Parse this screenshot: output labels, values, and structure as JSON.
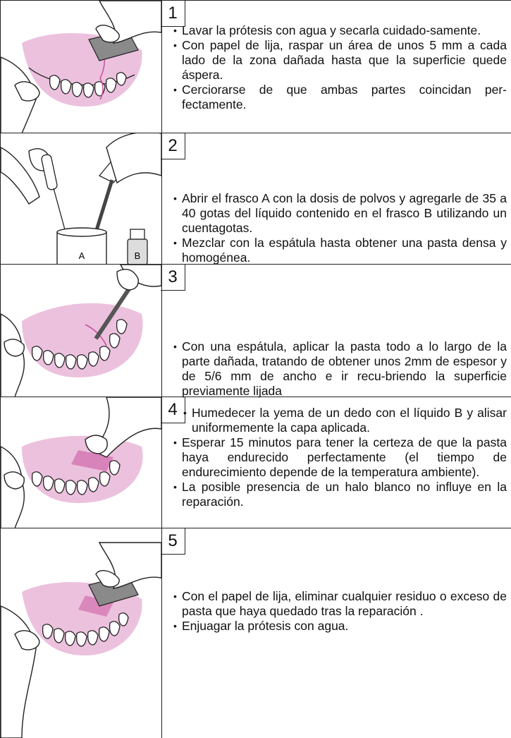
{
  "steps": [
    {
      "number": "1",
      "bullets": [
        "Lavar la prótesis con agua y secarla  cuidado-samente.",
        "Con papel de lija, raspar un área de unos 5 mm a cada lado de la zona dañada hasta que la superficie quede áspera.",
        "Cerciorarse de que ambas partes coincidan per-fectamente."
      ]
    },
    {
      "number": "2",
      "bullets": [
        "Abrir el frasco A con la dosis de polvos y agregarle de 35 a 40 gotas del líquido contenido en el frasco B utilizando un cuentagotas.",
        "Mezclar con la espátula hasta obtener una pasta densa y homogénea."
      ],
      "bottle_labels": [
        "A",
        "B"
      ]
    },
    {
      "number": "3",
      "bullets": [
        "Con una espátula, aplicar la pasta todo a lo largo de la parte dañada, tratando de obtener  unos 2mm de espesor y de 5/6 mm de ancho e ir recu-briendo la superficie previamente lijada"
      ]
    },
    {
      "number": "4",
      "bullets": [
        "Humedecer la yema de un dedo con el líquido B y alisar uniformemente la capa aplicada.",
        "Esperar 15 minutos para tener la certeza de que la pasta haya endurecido perfectamente (el tiempo de endurecimiento depende de la temperatura ambiente).",
        "La posible presencia de un halo blanco no influye en la reparación."
      ]
    },
    {
      "number": "5",
      "bullets": [
        "Con el papel de lija, eliminar cualquier residuo o exceso de pasta que haya quedado tras la reparación .",
        "Enjuagar la prótesis con agua."
      ]
    }
  ],
  "colors": {
    "gum_pink": "#e9b6d8",
    "gum_dark": "#c8509a",
    "line": "#222222",
    "sandpaper": "#8a8a8a"
  }
}
